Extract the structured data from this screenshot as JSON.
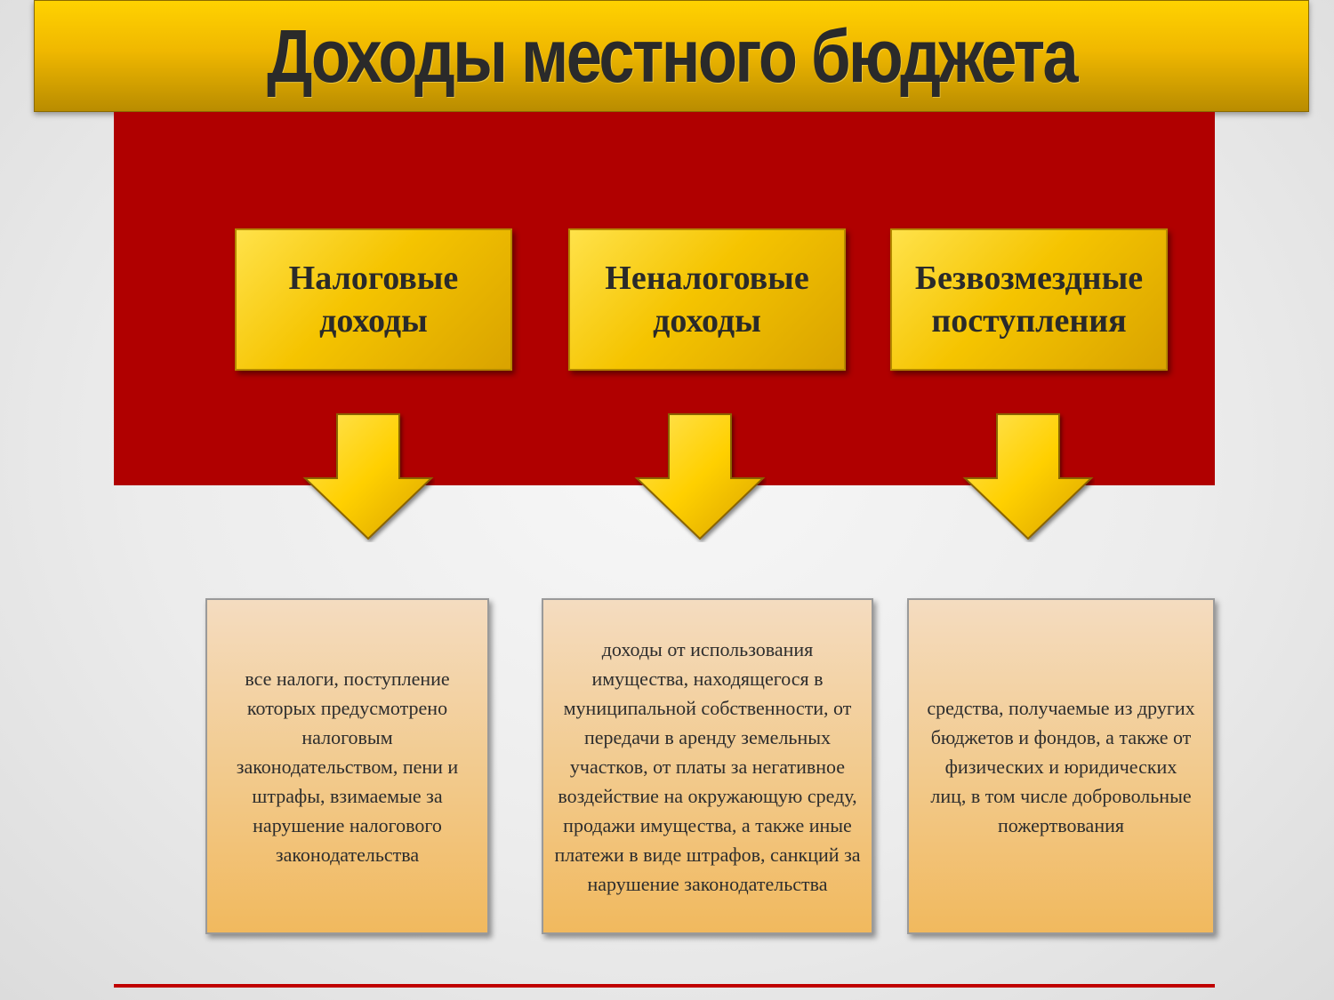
{
  "title": "Доходы местного бюджета",
  "colors": {
    "title_bar": "#f0b800",
    "panel": "#b00000",
    "category_box": "#f5c400",
    "arrow": "#ffd000",
    "description_box": "#f2c98a",
    "bottom_line": "#c00000"
  },
  "categories": [
    {
      "label": "Налоговые доходы",
      "description": "все налоги, поступление которых предусмотрено налоговым законодательством, пени и штрафы, взимаемые за нарушение налогового законодательства"
    },
    {
      "label": "Неналоговые доходы",
      "description": "доходы от использования имущества, находящегося в муниципальной собственности, от передачи в аренду земельных участков, от платы за негативное воздействие на окружающую среду, продажи имущества, а также иные платежи в виде штрафов, санкций за нарушение законодательства"
    },
    {
      "label": "Безвозмездные поступления",
      "description": "средства, получаемые из других бюджетов и фондов, а также от физических и юридических лиц, в том числе добровольные пожертвования"
    }
  ]
}
